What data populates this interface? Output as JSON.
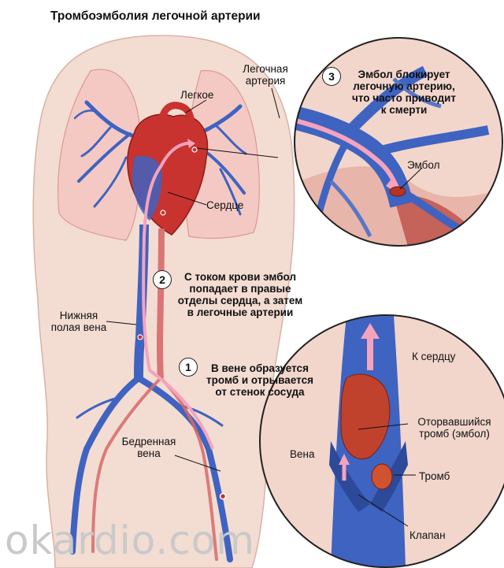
{
  "title": "Тромбоэмболия легочной артерии",
  "labels": {
    "lung": "Легкое",
    "pulmonary_artery": [
      "Легочная",
      "артерия"
    ],
    "heart": "Сердце",
    "inferior_vena_cava": [
      "Нижняя",
      "полая вена"
    ],
    "femoral_vein": [
      "Бедренная",
      "вена"
    ],
    "embolus": "Эмбол",
    "to_heart": "К сердцу",
    "vein": "Вена",
    "detached_clot": [
      "Оторвавшийся",
      "тромб (эмбол)"
    ],
    "clot": "Тромб",
    "valve": "Клапан"
  },
  "steps": [
    {
      "number": "1",
      "lines": [
        "В вене образуется",
        "тромб и отрывается",
        "от стенок сосуда"
      ]
    },
    {
      "number": "2",
      "lines": [
        "С током крови эмбол",
        "попадает в правые",
        "отделы сердца, а затем",
        "в легочные артерии"
      ]
    },
    {
      "number": "3",
      "lines": [
        "Эмбол блокирует",
        "легочную артерию,",
        "что часто приводит",
        "к смерти"
      ]
    }
  ],
  "watermark": "okardio.com",
  "colors": {
    "vein": "#3f63c0",
    "artery": "#c8332f",
    "flow_arrow": "#f5a3bd",
    "skin": "#f3dcd2",
    "lung": "#f4c9c4"
  }
}
